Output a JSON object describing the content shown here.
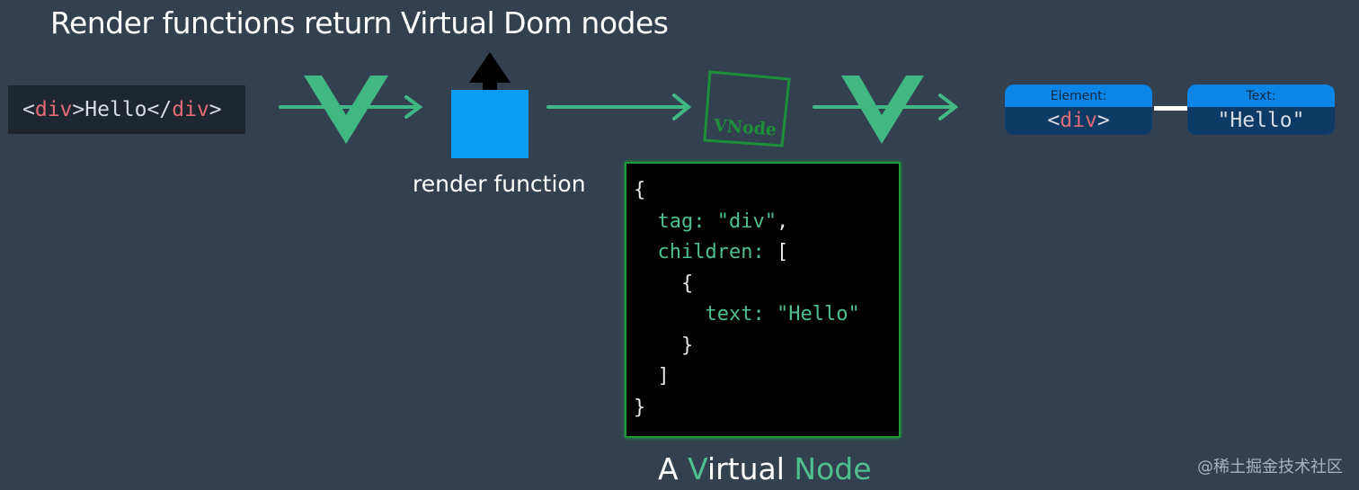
{
  "title": "Render functions return Virtual Dom nodes",
  "source": {
    "open_lt": "<",
    "tag": "div",
    "close_gt": ">",
    "text": "Hello",
    "end_open": "</",
    "end_tag": "div",
    "end_close": ">"
  },
  "render_label": "render function",
  "vnode_sketch_label": "VNode",
  "vnode_code": {
    "l1": "{",
    "tag_key": "tag:",
    "tag_val": "\"div\"",
    "children_key": "children:",
    "children_open": "[",
    "child_open": "{",
    "text_key": "text:",
    "text_val": "\"Hello\"",
    "child_close": "}",
    "children_close": "]",
    "close": "}"
  },
  "caption": {
    "a": "A ",
    "v": "V",
    "irtual": "irtual ",
    "node": "Node"
  },
  "dom": {
    "element": {
      "label": "Element:",
      "lt": "<",
      "tag": "div",
      "gt": ">"
    },
    "text": {
      "label": "Text:",
      "value": "\"Hello\""
    }
  },
  "watermark": "@稀土掘金技术社区",
  "colors": {
    "background": "#33404f",
    "vue_green": "#4fc08d",
    "render_blue": "#0b9cf3",
    "tag_red": "#e06c75"
  }
}
